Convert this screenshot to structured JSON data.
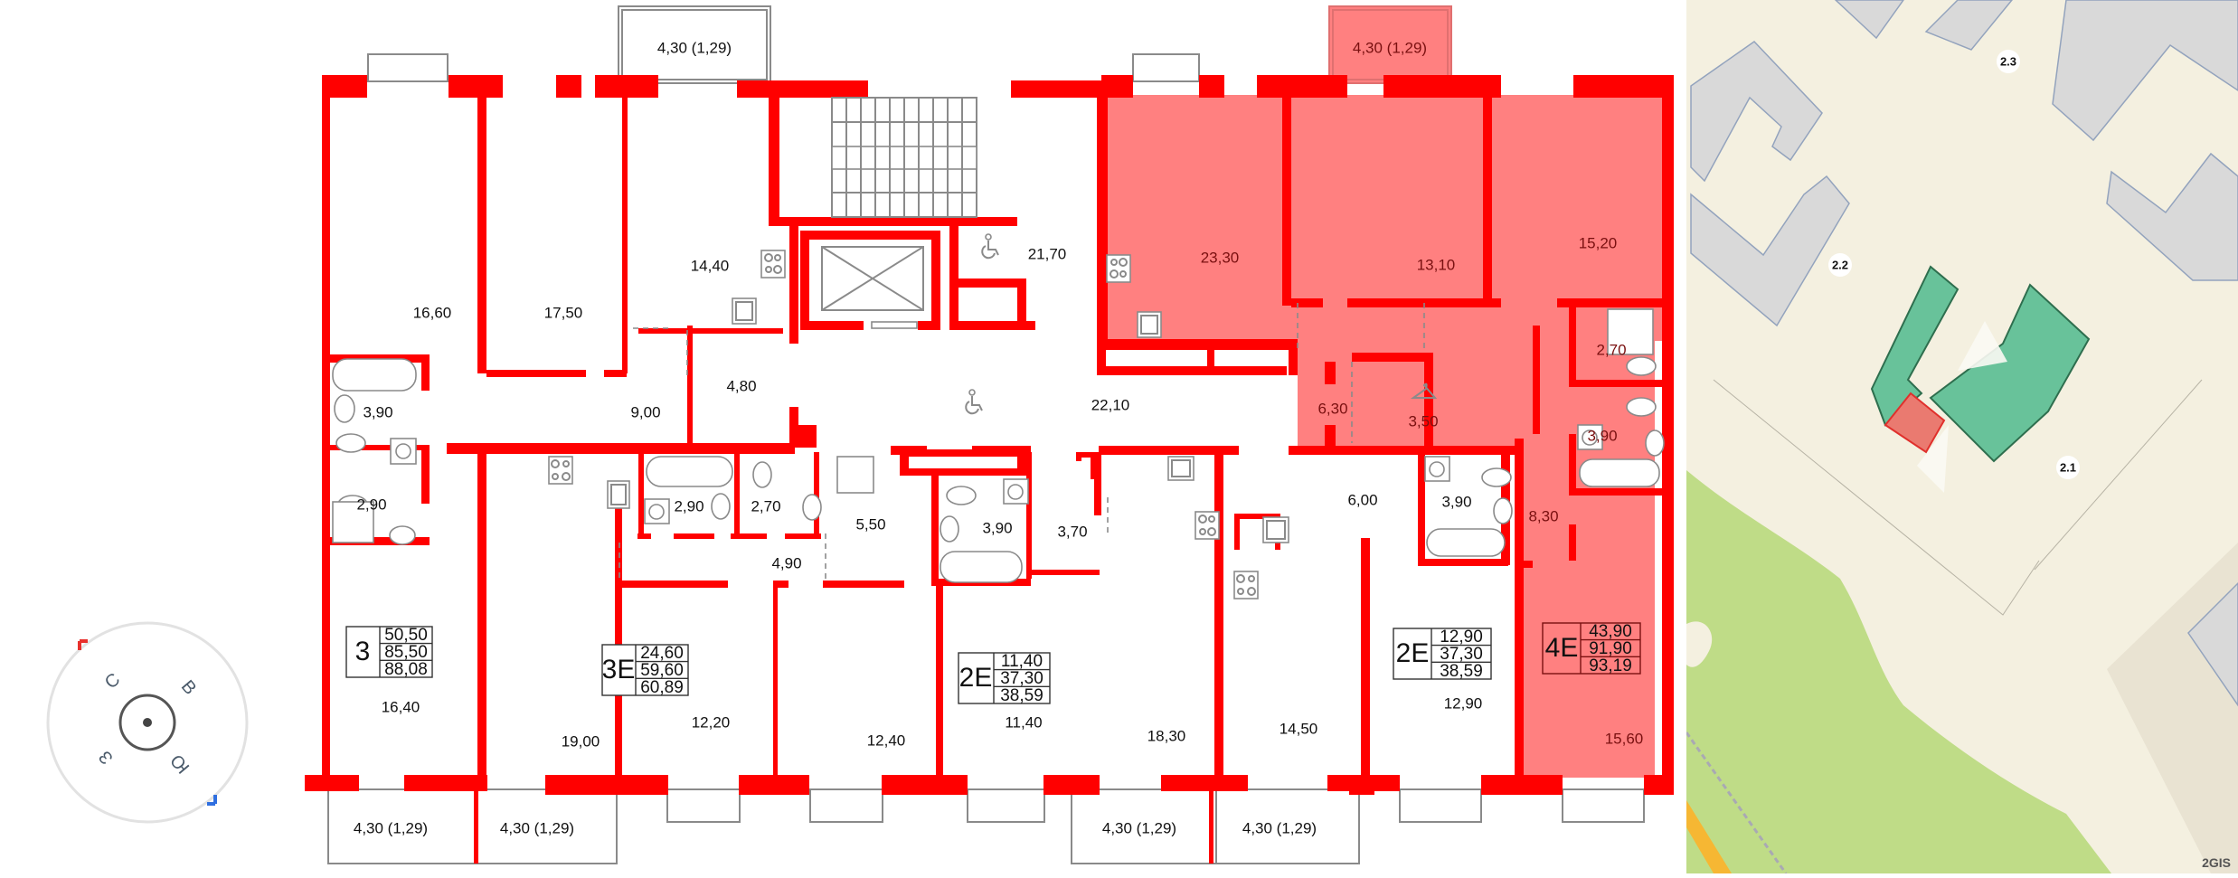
{
  "floor_plan": {
    "highlight_color": "#ff8080",
    "wall_color": "#ff0000",
    "balconies": [
      {
        "id": "balcony-top-1",
        "label": "4,30 (1,29)",
        "highlighted": false
      },
      {
        "id": "balcony-top-2",
        "label": "4,30 (1,29)",
        "highlighted": true
      },
      {
        "id": "balcony-bottom-1",
        "label": "4,30 (1,29)",
        "highlighted": false
      },
      {
        "id": "balcony-bottom-2",
        "label": "4,30 (1,29)",
        "highlighted": false
      },
      {
        "id": "balcony-bottom-3",
        "label": "4,30 (1,29)",
        "highlighted": false
      },
      {
        "id": "balcony-bottom-4",
        "label": "4,30 (1,29)",
        "highlighted": false
      }
    ],
    "rooms": {
      "r16_60": "16,60",
      "r17_50": "17,50",
      "r14_40": "14,40",
      "r21_70": "21,70",
      "r23_30": "23,30",
      "r13_10": "13,10",
      "r15_20": "15,20",
      "r3_90a": "3,90",
      "r9_00": "9,00",
      "r4_80": "4,80",
      "r22_10": "22,10",
      "r6_30": "6,30",
      "r3_50": "3,50",
      "r2_70a": "2,70",
      "r3_90b": "3,90",
      "r2_90a": "2,90",
      "r2_90b": "2,90",
      "r2_70b": "2,70",
      "r5_50": "5,50",
      "r4_90": "4,90",
      "r3_90c": "3,90",
      "r3_70": "3,70",
      "r6_00": "6,00",
      "r3_90d": "3,90",
      "r8_30": "8,30",
      "r16_40": "16,40",
      "r19_00": "19,00",
      "r12_20": "12,20",
      "r12_40": "12,40",
      "r11_40": "11,40",
      "r18_30": "18,30",
      "r14_50": "14,50",
      "r12_90": "12,90",
      "r15_60": "15,60"
    },
    "apartments": [
      {
        "id": "apt-3",
        "type": "3",
        "living": "50,50",
        "total": "85,50",
        "total_with_balcony": "88,08",
        "highlighted": false
      },
      {
        "id": "apt-3e",
        "type": "3E",
        "living": "24,60",
        "total": "59,60",
        "total_with_balcony": "60,89",
        "highlighted": false
      },
      {
        "id": "apt-2e-a",
        "type": "2E",
        "living": "11,40",
        "total": "37,30",
        "total_with_balcony": "38,59",
        "highlighted": false
      },
      {
        "id": "apt-2e-b",
        "type": "2E",
        "living": "12,90",
        "total": "37,30",
        "total_with_balcony": "38,59",
        "highlighted": false
      },
      {
        "id": "apt-4e",
        "type": "4E",
        "living": "43,90",
        "total": "91,90",
        "total_with_balcony": "93,19",
        "highlighted": true
      }
    ]
  },
  "compass": {
    "north": "С",
    "east": "В",
    "south": "Ю",
    "west": "З",
    "north_marker_color": "#e8302c",
    "south_marker_color": "#2f6fe0"
  },
  "map": {
    "buildings": [
      {
        "label": "2.3"
      },
      {
        "label": "2.2"
      },
      {
        "label": "2.1"
      }
    ],
    "attribution": "2GIS",
    "colors": {
      "background": "#f4f0e0",
      "building": "#d9d9d9",
      "selected_building": "#68c29a",
      "selected_section": "#ea7a70",
      "park": "#bfdc87",
      "road": "#f6b733"
    }
  }
}
